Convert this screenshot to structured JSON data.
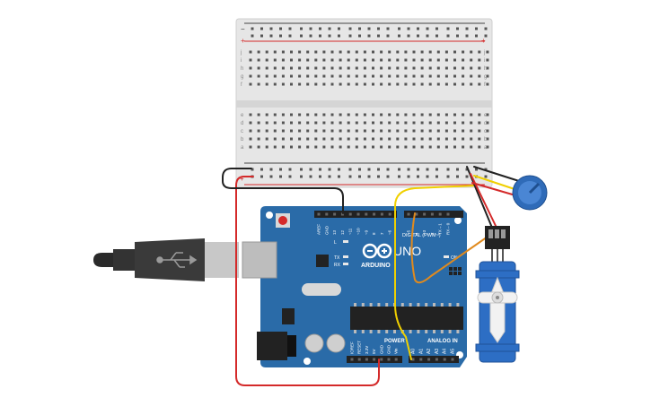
{
  "breadboard": {
    "rail_plus": "+",
    "rail_minus": "−",
    "row_letters_top": [
      "j",
      "i",
      "h",
      "g",
      "f"
    ],
    "row_letters_bottom": [
      "e",
      "d",
      "c",
      "b",
      "a"
    ],
    "column_count": 30
  },
  "arduino": {
    "brand": "ARDUINO",
    "model": "UNO",
    "digital_header": "DIGITAL (PWM~)",
    "power_header": "POWER",
    "analog_header": "ANALOG IN",
    "led_l": "L",
    "led_tx": "TX",
    "led_rx": "RX",
    "led_on": "ON",
    "top_pins": [
      "AREF",
      "GND",
      "13",
      "12",
      "~11",
      "~10",
      "~9",
      "8",
      "7",
      "~6",
      "~5",
      "4",
      "~3",
      "2",
      "TX→1",
      "RX←0"
    ],
    "power_pins": [
      "IOREF",
      "RESET",
      "3.3V",
      "5V",
      "GND",
      "GND",
      "Vin"
    ],
    "analog_pins": [
      "A0",
      "A1",
      "A2",
      "A3",
      "A4",
      "A5"
    ]
  },
  "colors": {
    "board": "#2a6ba8",
    "board_dark": "#1e548a",
    "wire_red": "#d42a2a",
    "wire_black": "#222222",
    "wire_yellow": "#f0d000",
    "wire_orange": "#e08a1e",
    "servo": "#2d6ec4",
    "pot": "#3a78c8"
  }
}
